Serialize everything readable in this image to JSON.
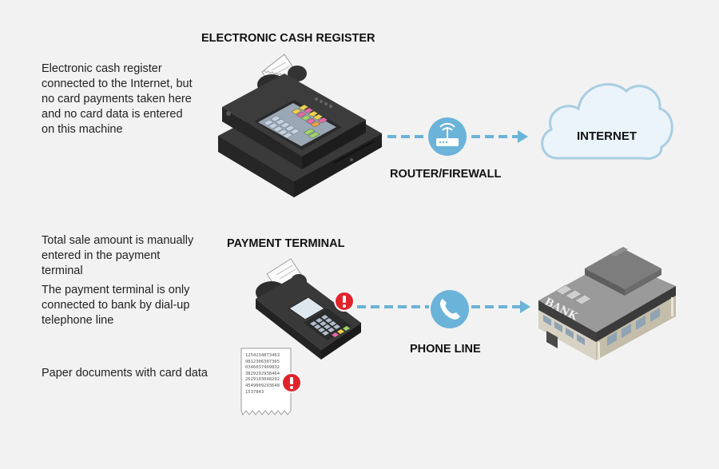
{
  "top": {
    "title": "ELECTRONIC CASH REGISTER",
    "description_lines": [
      "Electronic cash register",
      "connected to the Internet, but",
      "no card payments taken here",
      "and no card data is entered",
      "on this machine"
    ],
    "router_label": "ROUTER/FIREWALL",
    "internet_label": "INTERNET"
  },
  "bottom": {
    "terminal_title": "PAYMENT TERMINAL",
    "description1_lines": [
      "Total sale amount is manually",
      "entered in the payment",
      "terminal"
    ],
    "description2_lines": [
      "The payment terminal is only",
      "connected to bank by dial-up",
      "telephone line"
    ],
    "paper_label": "Paper documents with card data",
    "phone_label": "PHONE LINE",
    "bank_sign": "BANK",
    "receipt_lines": [
      "1254234873463",
      "9812306307365",
      "0346037409832",
      "3829292938464",
      "2629103048292",
      "4549009293648",
      "1537843"
    ]
  },
  "colors": {
    "connector": "#6bb3d8",
    "icon_circle": "#6bb3d8",
    "alert": "#e0242b",
    "cloud_fill": "#eaf4fa",
    "cloud_stroke": "#a9cde3"
  },
  "icons": {
    "router": "router-icon",
    "phone": "phone-icon",
    "alert": "alert-icon",
    "cloud": "cloud-icon",
    "bank": "bank-building-icon",
    "cash_register": "cash-register-icon",
    "payment_terminal": "payment-terminal-icon",
    "paper_receipt": "paper-receipt-icon"
  }
}
